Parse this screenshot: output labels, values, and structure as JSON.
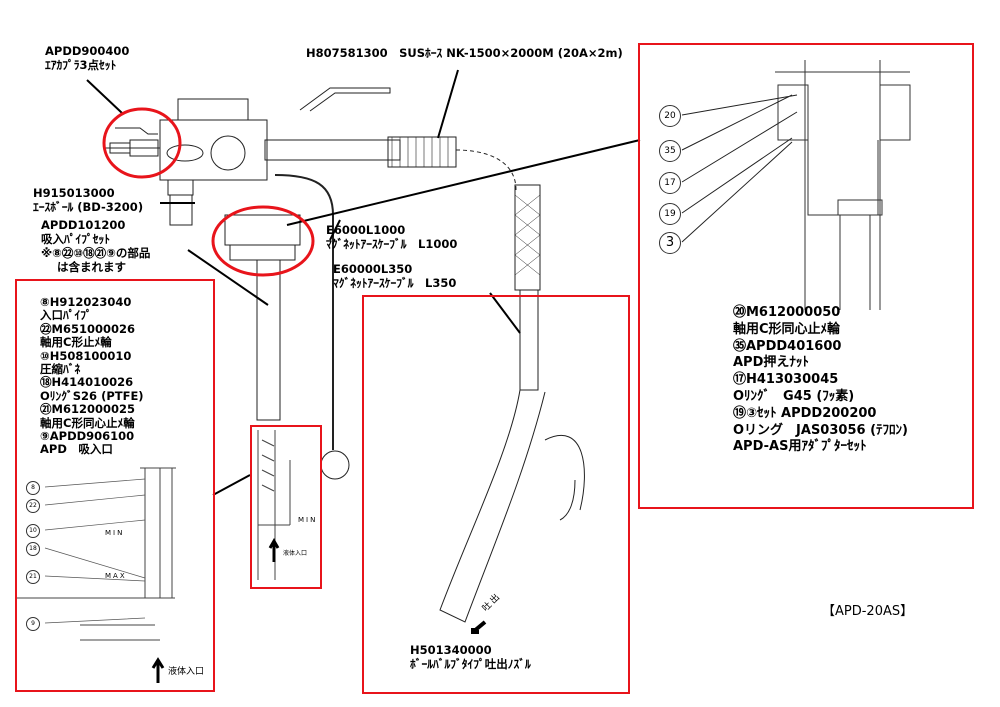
{
  "title": "【APD-20AS】",
  "labels": {
    "air_coupler_code": "APDD900400",
    "air_coupler_name": "ｴｱｶﾌﾟﾗ3点ｾｯﾄ",
    "hose": "H807581300　SUSﾎｰｽ NK-1500×2000M (20A×2m)",
    "ace_ball_code": "H915013000",
    "ace_ball_name": "ｴｰｽﾎﾞｰﾙ (BD-3200)",
    "suction_code": "APDD101200",
    "suction_name": "吸入ﾊﾟｲﾌﾟｾｯﾄ",
    "suction_note1": "※⑧㉒⑩⑱㉑⑨の部品",
    "suction_note2": "は含まれます",
    "cable1_code": "E6000L1000",
    "cable1_name": "ﾏｸﾞﾈｯﾄｱｰｽｹｰﾌﾞﾙ　L1000",
    "cable2_code": "E60000L350",
    "cable2_name": "ﾏｸﾞﾈｯﾄｱｰｽｹｰﾌﾞﾙ　L350",
    "nozzle_code": "H501340000",
    "nozzle_name": "ﾎﾞｰﾙﾊﾞﾙﾌﾞﾀｲﾌﾟ吐出ﾉｽﾞﾙ",
    "discharge": "吐出"
  },
  "left_parts": [
    "⑧H912023040",
    "入口ﾊﾟｲﾌﾟ",
    "㉒M651000026",
    "軸用C形止ﾒ輪",
    "⑩H508100010",
    "圧縮ﾊﾞﾈ",
    "⑱H414010026",
    "OﾘﾝｸﾞS26 (PTFE)",
    "㉑M612000025",
    "軸用C形同心止ﾒ輪",
    "⑨APDD906100",
    "APD　吸入口"
  ],
  "left_detail": {
    "callouts": [
      "8",
      "22",
      "10",
      "18",
      "21",
      "9"
    ],
    "min": "MIN",
    "max": "MAX",
    "inlet": "液体入口"
  },
  "small_detail": {
    "min": "MIN",
    "inlet": "液体入口"
  },
  "right_parts": [
    "⑳M612000050",
    "軸用C形同心止ﾒ輪",
    "㉟APDD401600",
    "APD押えﾅｯﾄ",
    "⑰H413030045",
    "Oﾘﾝｸﾞ　G45 (ﾌｯ素)",
    "⑲③ｾｯﾄ APDD200200",
    "Oリング　JAS03056 (ﾃﾌﾛﾝ)",
    "APD-AS用ｱﾀﾞﾌﾟﾀｰｾｯﾄ"
  ],
  "right_detail": {
    "callouts": [
      "20",
      "35",
      "17",
      "19",
      "3"
    ]
  },
  "colors": {
    "highlight": "#e8141b"
  }
}
